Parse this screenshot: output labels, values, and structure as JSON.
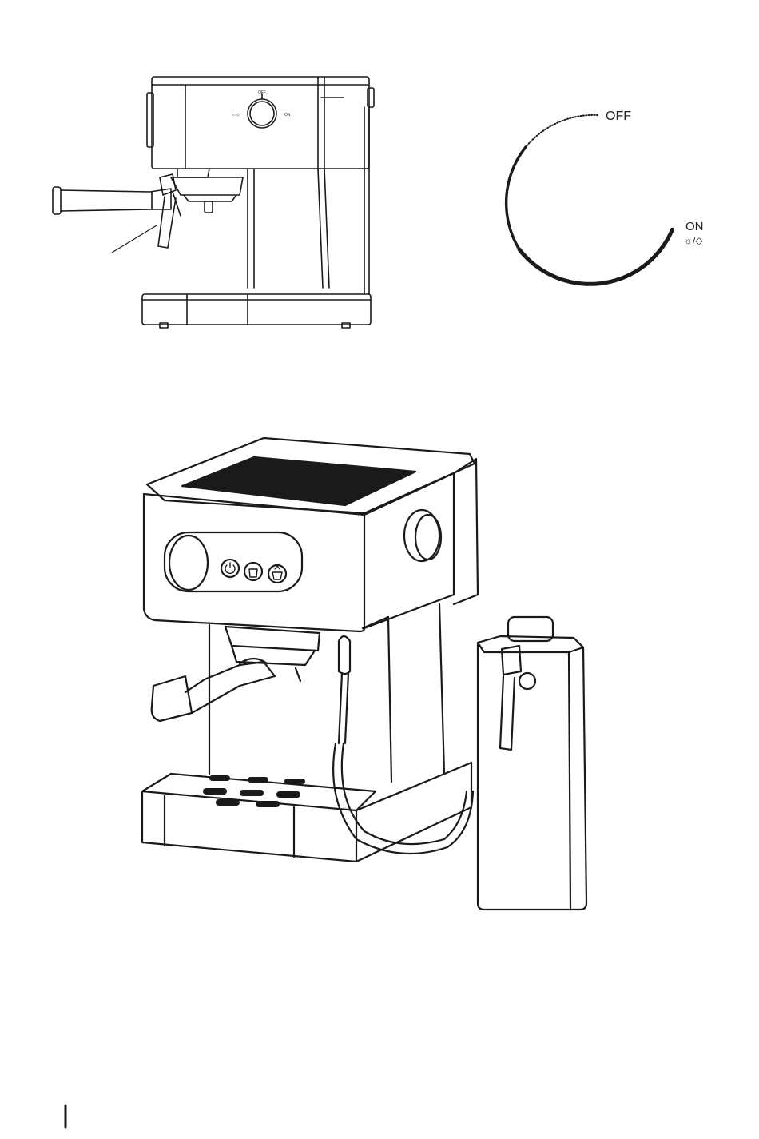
{
  "side_view": {
    "knob_small_labels": {
      "top": "OFF",
      "left": "☼/◇",
      "right": "ON"
    }
  },
  "dial_detail": {
    "label_off": "OFF",
    "label_on": "ON",
    "label_steam": "☼/◇"
  },
  "front_view": {
    "panel_buttons": [
      {
        "icon": "power-icon"
      },
      {
        "icon": "single-cup-icon"
      },
      {
        "icon": "double-cup-icon"
      }
    ]
  },
  "page_marker": {
    "color": "#000000"
  }
}
